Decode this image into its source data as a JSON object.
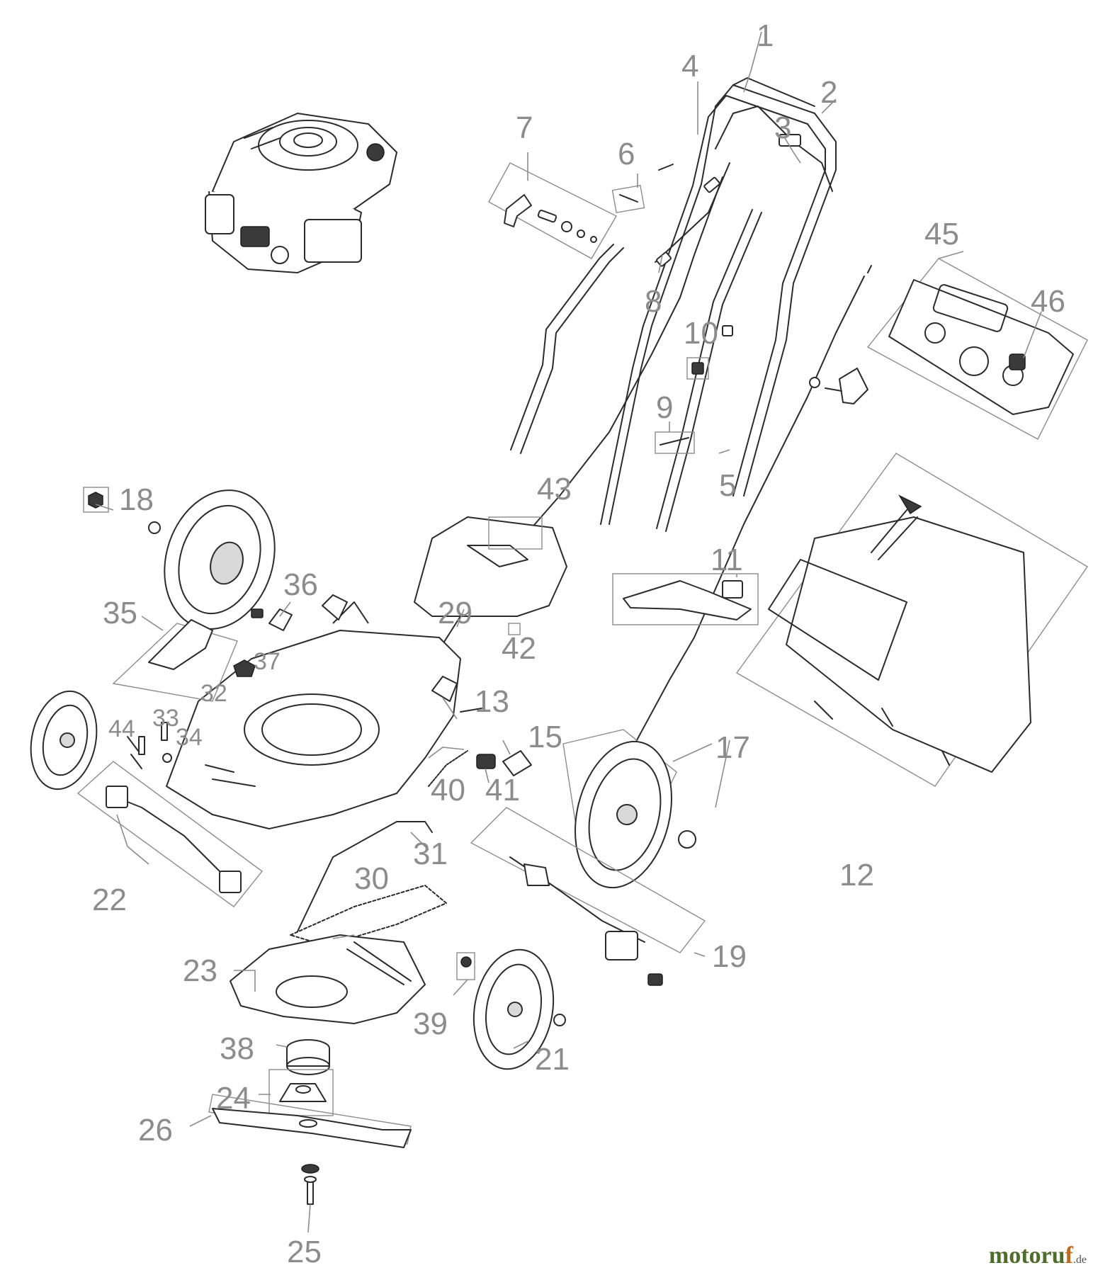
{
  "callouts": {
    "c1": "1",
    "c2": "2",
    "c3": "3",
    "c4": "4",
    "c5": "5",
    "c6": "6",
    "c7": "7",
    "c8": "8",
    "c9": "9",
    "c10": "10",
    "c11": "11",
    "c12": "12",
    "c13": "13",
    "c15": "15",
    "c17": "17",
    "c18": "18",
    "c19": "19",
    "c21": "21",
    "c22": "22",
    "c23": "23",
    "c24": "24",
    "c25": "25",
    "c26": "26",
    "c29": "29",
    "c30": "30",
    "c31": "31",
    "c32": "32",
    "c33": "33",
    "c34": "34",
    "c35": "35",
    "c36": "36",
    "c37": "37",
    "c38": "38",
    "c39": "39",
    "c40": "40",
    "c41": "41",
    "c42": "42",
    "c43": "43",
    "c44": "44",
    "c45": "45",
    "c46": "46"
  },
  "watermark": {
    "brand_main": "motoru",
    "brand_accent": "f",
    "tld": ".de"
  },
  "colors": {
    "callout": "#8c8c8c",
    "line": "#2b2b2b",
    "brand_green": "#4f6d2a",
    "brand_orange": "#c26a1a"
  }
}
